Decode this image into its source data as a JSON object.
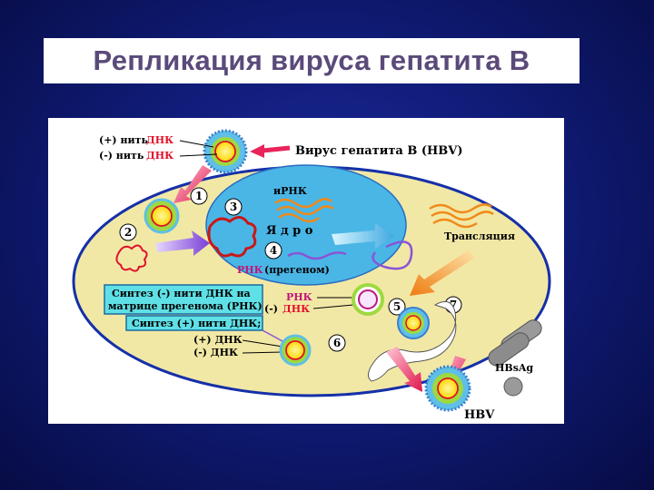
{
  "slide": {
    "title": "Репликация вируса гепатита В"
  },
  "diagram": {
    "strand_plus_prefix": "(+) нить",
    "strand_minus_prefix": "(-) нить",
    "dna": "ДНК",
    "virus_label": "Вирус гепатита В (HBV)",
    "mrna": "иРНК",
    "nucleus": "Я д р о",
    "translation": "Трансляция",
    "pregenome_rna_a": "РНК",
    "pregenome_rna_b": "(прегеном)",
    "synth_minus_line1": "Синтез (-) нити ДНК на",
    "synth_minus_line2": "матрице прегенома (РНК)",
    "synth_plus": "Синтез (+) нити ДНК;",
    "rna": "РНК",
    "minus": "(-)",
    "plus_dna": "(+) ДНК",
    "minus_dna": "(-) ДНК",
    "hbsag": "HBsAg",
    "hbv": "HBV",
    "steps": [
      "1",
      "2",
      "3",
      "4",
      "5",
      "6",
      "7"
    ]
  },
  "colors": {
    "background": "#101c78",
    "cell": "#f2e8a6",
    "cell_border": "#1530a8",
    "nucleus": "#4ab6e6",
    "virus_outer": "#5fbfe6",
    "virus_mid": "#9ed93f",
    "virus_core": "#ffe000",
    "dna_red": "#e0102a",
    "arrow_pink": "#e8245a",
    "arrow_purple": "#8a55d6",
    "arrow_orange": "#f08a1a"
  }
}
